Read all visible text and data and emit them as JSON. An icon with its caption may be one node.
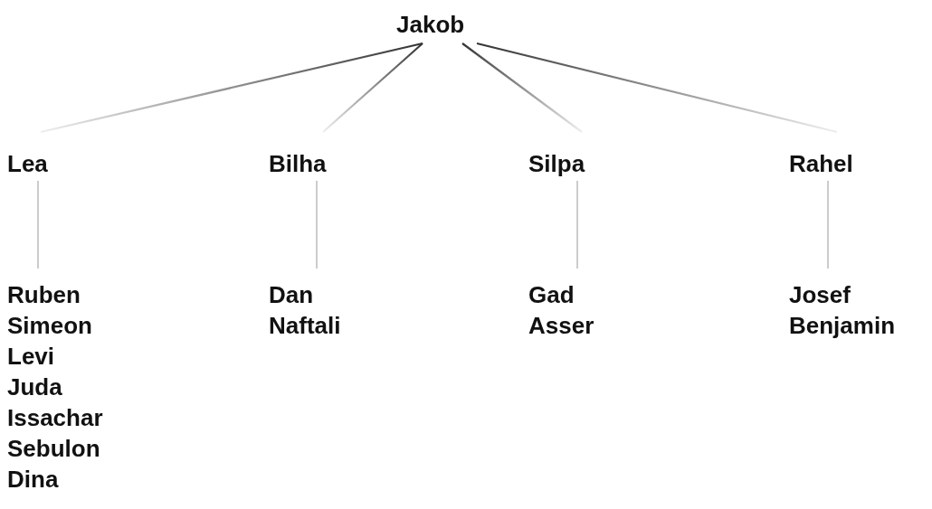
{
  "diagram": {
    "nodes": [
      {
        "text": [
          "Jakob"
        ]
      },
      {
        "text": [
          "Lea"
        ]
      },
      {
        "text": [
          "Bilha"
        ]
      },
      {
        "text": [
          "Silpa"
        ]
      },
      {
        "text": [
          "Rahel"
        ]
      },
      {
        "text": [
          "Ruben",
          "Simeon",
          "Levi",
          "Juda",
          "Issachar",
          "Sebulon",
          "Dina"
        ]
      },
      {
        "text": [
          "Dan",
          "Naftali"
        ]
      },
      {
        "text": [
          "Gad",
          "Asser"
        ]
      },
      {
        "text": [
          "Josef",
          "Benjamin"
        ]
      }
    ],
    "edges": [
      {
        "from": 0,
        "to": 1,
        "arrow": "none"
      },
      {
        "from": 0,
        "to": 2,
        "arrow": "none"
      },
      {
        "from": 0,
        "to": 3,
        "arrow": "none"
      },
      {
        "from": 0,
        "to": 4,
        "arrow": "none"
      },
      {
        "from": 1,
        "to": 5,
        "arrow": "none"
      },
      {
        "from": 2,
        "to": 6,
        "arrow": "none"
      },
      {
        "from": 3,
        "to": 7,
        "arrow": "none"
      },
      {
        "from": 4,
        "to": 8,
        "arrow": "none"
      }
    ]
  }
}
